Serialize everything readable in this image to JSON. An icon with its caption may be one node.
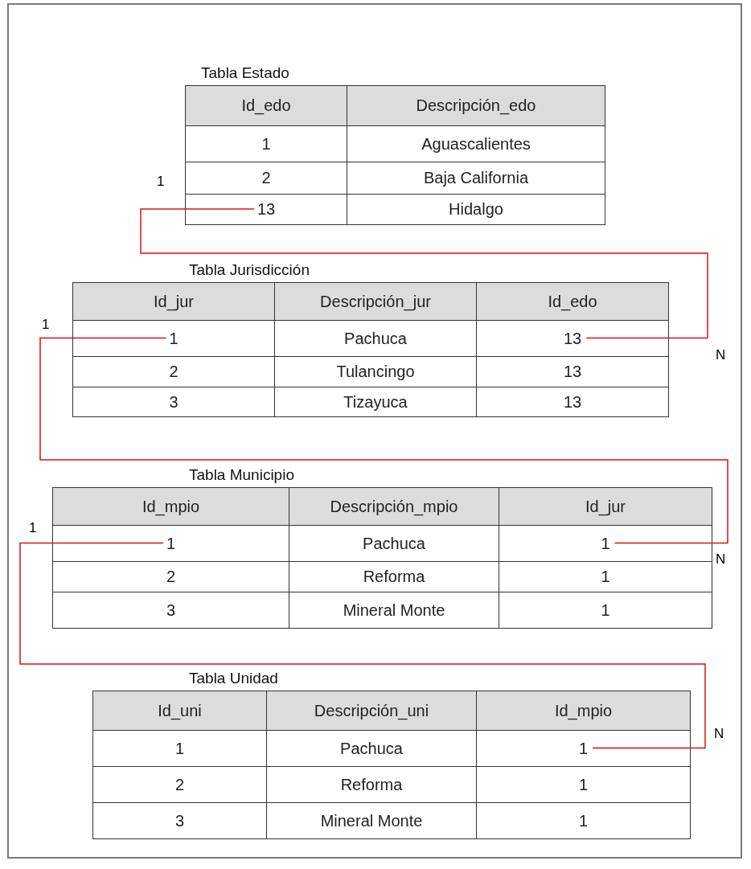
{
  "diagram": {
    "nodes": [
      {
        "text": [
          "Tabla Estado"
        ]
      },
      {
        "text": [
          "Id_edo"
        ],
        "in": 0
      },
      {
        "text": [
          "Descripción_edo"
        ],
        "in": 0
      },
      {
        "text": [
          "1"
        ],
        "in": 0
      },
      {
        "text": [
          "Aguascalientes"
        ],
        "in": 0
      },
      {
        "text": [
          "2"
        ],
        "in": 0
      },
      {
        "text": [
          "Baja California"
        ],
        "in": 0
      },
      {
        "text": [
          "13"
        ],
        "in": 0
      },
      {
        "text": [
          "Hidalgo"
        ],
        "in": 0
      },
      {
        "text": [
          "Tabla Jurisdicción"
        ]
      },
      {
        "text": [
          "Id_jur"
        ],
        "in": 9
      },
      {
        "text": [
          "Descripción_jur"
        ],
        "in": 9
      },
      {
        "text": [
          "Id_edo"
        ],
        "in": 9
      },
      {
        "text": [
          "1"
        ],
        "in": 9
      },
      {
        "text": [
          "Pachuca"
        ],
        "in": 9
      },
      {
        "text": [
          "13"
        ],
        "in": 9
      },
      {
        "text": [
          "2"
        ],
        "in": 9
      },
      {
        "text": [
          "Tulancingo"
        ],
        "in": 9
      },
      {
        "text": [
          "13"
        ],
        "in": 9
      },
      {
        "text": [
          "3"
        ],
        "in": 9
      },
      {
        "text": [
          "Tizayuca"
        ],
        "in": 9
      },
      {
        "text": [
          "13"
        ],
        "in": 9
      },
      {
        "text": [
          "Tabla Municipio"
        ]
      },
      {
        "text": [
          "Id_mpio"
        ],
        "in": 22
      },
      {
        "text": [
          "Descripción_mpio"
        ],
        "in": 22
      },
      {
        "text": [
          "Id_jur"
        ],
        "in": 22
      },
      {
        "text": [
          "1"
        ],
        "in": 22
      },
      {
        "text": [
          "Pachuca"
        ],
        "in": 22
      },
      {
        "text": [
          "1"
        ],
        "in": 22
      },
      {
        "text": [
          "2"
        ],
        "in": 22
      },
      {
        "text": [
          "Reforma"
        ],
        "in": 22
      },
      {
        "text": [
          "1"
        ],
        "in": 22
      },
      {
        "text": [
          "3"
        ],
        "in": 22
      },
      {
        "text": [
          "Mineral Monte"
        ],
        "in": 22
      },
      {
        "text": [
          "1"
        ],
        "in": 22
      },
      {
        "text": [
          "Tabla Unidad"
        ]
      },
      {
        "text": [
          "Id_uni"
        ],
        "in": 35
      },
      {
        "text": [
          "Descripción_uni"
        ],
        "in": 35
      },
      {
        "text": [
          "Id_mpio"
        ],
        "in": 35
      },
      {
        "text": [
          "1"
        ],
        "in": 35
      },
      {
        "text": [
          "Pachuca"
        ],
        "in": 35
      },
      {
        "text": [
          "1"
        ],
        "in": 35
      },
      {
        "text": [
          "2"
        ],
        "in": 35
      },
      {
        "text": [
          "Reforma"
        ],
        "in": 35
      },
      {
        "text": [
          "1"
        ],
        "in": 35
      },
      {
        "text": [
          "3"
        ],
        "in": 35
      },
      {
        "text": [
          "Mineral Monte"
        ],
        "in": 35
      },
      {
        "text": [
          "1"
        ],
        "in": 35
      }
    ],
    "edges": [
      {
        "from": 7,
        "to": 15,
        "arrow": "none"
      },
      {
        "from": 13,
        "to": 28,
        "arrow": "none"
      },
      {
        "from": 26,
        "to": 41,
        "arrow": "none"
      }
    ],
    "labels": [
      "1",
      "1",
      "N",
      "1",
      "N",
      "N"
    ]
  }
}
